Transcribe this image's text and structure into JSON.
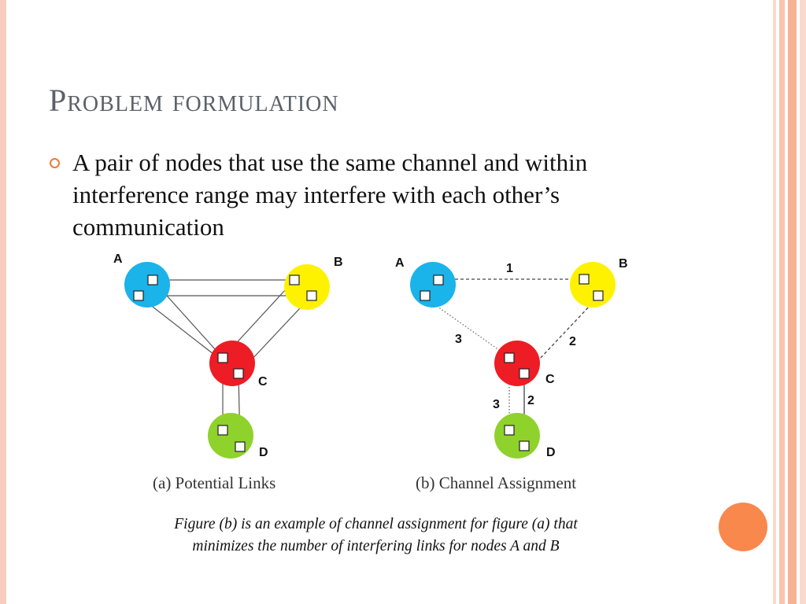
{
  "slide": {
    "title": "Problem formulation",
    "bullet": "A pair of nodes that use the same channel and within interference range may interfere with each other’s communication",
    "caption_line1": "Figure (b) is an example of channel assignment for figure (a) that",
    "caption_line2": "minimizes the number of interfering links for nodes A and B"
  },
  "colors": {
    "title": "#5c6169",
    "bullet_marker": "#ee7a3c",
    "accent_circle": "#f9884d",
    "frame": "#f7cdbd",
    "node_A": "#1ab3ea",
    "node_B": "#fef200",
    "node_C": "#ee1c24",
    "node_D": "#8fd22b"
  },
  "diagram_a": {
    "caption": "(a)  Potential Links",
    "nodes": [
      {
        "id": "A",
        "label": "A",
        "color": "#1ab3ea"
      },
      {
        "id": "B",
        "label": "B",
        "color": "#fef200"
      },
      {
        "id": "C",
        "label": "C",
        "color": "#ee1c24"
      },
      {
        "id": "D",
        "label": "D",
        "color": "#8fd22b"
      }
    ],
    "links": [
      "A-B",
      "A-B",
      "A-C",
      "A-C",
      "B-C",
      "B-C",
      "C-D",
      "C-D"
    ]
  },
  "diagram_b": {
    "caption": "(b)  Channel Assignment",
    "nodes": [
      {
        "id": "A",
        "label": "A",
        "color": "#1ab3ea"
      },
      {
        "id": "B",
        "label": "B",
        "color": "#fef200"
      },
      {
        "id": "C",
        "label": "C",
        "color": "#ee1c24"
      },
      {
        "id": "D",
        "label": "D",
        "color": "#8fd22b"
      }
    ],
    "links": [
      {
        "between": "A-B",
        "channel": "1"
      },
      {
        "between": "B-C",
        "channel": "2"
      },
      {
        "between": "A-C",
        "channel": "3"
      },
      {
        "between": "C-D",
        "channel": "3"
      },
      {
        "between": "C-D",
        "channel": "2"
      }
    ]
  }
}
